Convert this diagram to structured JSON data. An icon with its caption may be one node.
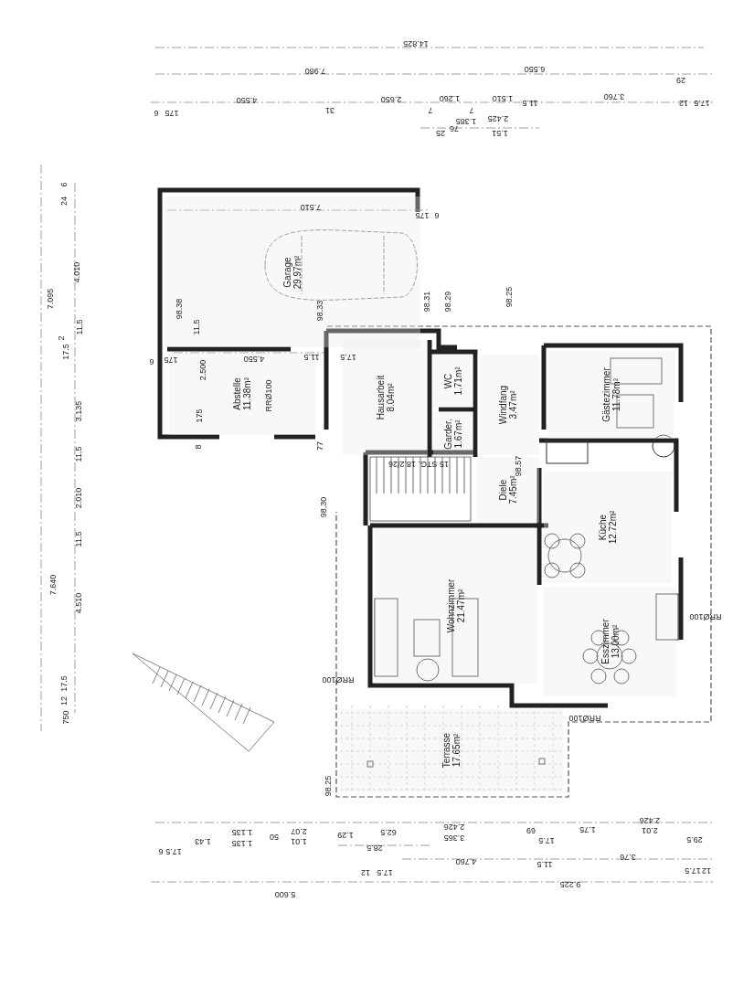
{
  "diagram": {
    "nodes": [
      {
        "text": [
          "Garage",
          "29.97m²"
        ]
      },
      {
        "text": [
          "Abstelle",
          "11.38m²"
        ]
      },
      {
        "text": [
          "Hausarbeit",
          "8.04m²"
        ]
      },
      {
        "text": [
          "WC",
          "1.71m²"
        ]
      },
      {
        "text": [
          "Garder.",
          "1.67m²"
        ]
      },
      {
        "text": [
          "Windfang",
          "3.47m²"
        ]
      },
      {
        "text": [
          "Gästezimmer",
          "11.78m²"
        ]
      },
      {
        "text": [
          "Diele",
          "7.45m²"
        ]
      },
      {
        "text": [
          "Küche",
          "12.72m²"
        ]
      },
      {
        "text": [
          "Wohnzimmer",
          "21.47m²"
        ]
      },
      {
        "text": [
          "Esszimmer",
          "13.00m²"
        ]
      },
      {
        "text": [
          "Terrasse",
          "17.65m²"
        ]
      }
    ],
    "labels": [
      "14.825",
      "7.980",
      "6.550",
      "29",
      "6",
      "175",
      "4.550",
      "31",
      "2.650",
      "7",
      "1.260",
      "7",
      "1.510",
      "11.5",
      "3.760",
      "12",
      "17.5",
      "25",
      "76",
      "1.385",
      "2.425",
      "1.51",
      "24",
      "6",
      "7.095",
      "4.010",
      "2",
      "17.5",
      "11.5",
      "3.135",
      "11.5",
      "2.010",
      "11.5",
      "7.640",
      "4.510",
      "12",
      "17.5",
      "750",
      "7.510",
      "175",
      "6",
      "98.38",
      "11.5",
      "98.33",
      "98.31",
      "98.29",
      "98.25",
      "6",
      "175",
      "4.550",
      "11.5",
      "17.5",
      "2.500",
      "175",
      "8",
      "RRØ100",
      "77",
      "15 STG. 18.2/26",
      "98.57",
      "98.30",
      "RRØ100",
      "RRØ100",
      "RRØ100",
      "98.25",
      "6",
      "17.5",
      "1.43",
      "1.135",
      "1.135",
      "50",
      "1.01",
      "2.07",
      "1.29",
      "62.5",
      "28.5",
      "2.426",
      "3.365",
      "69",
      "17.5",
      "1.75",
      "2.426",
      "2.01",
      "29.5",
      "12",
      "17.5",
      "4.760",
      "11.5",
      "3.76",
      "17.5",
      "12",
      "5.600",
      "9.225"
    ]
  }
}
